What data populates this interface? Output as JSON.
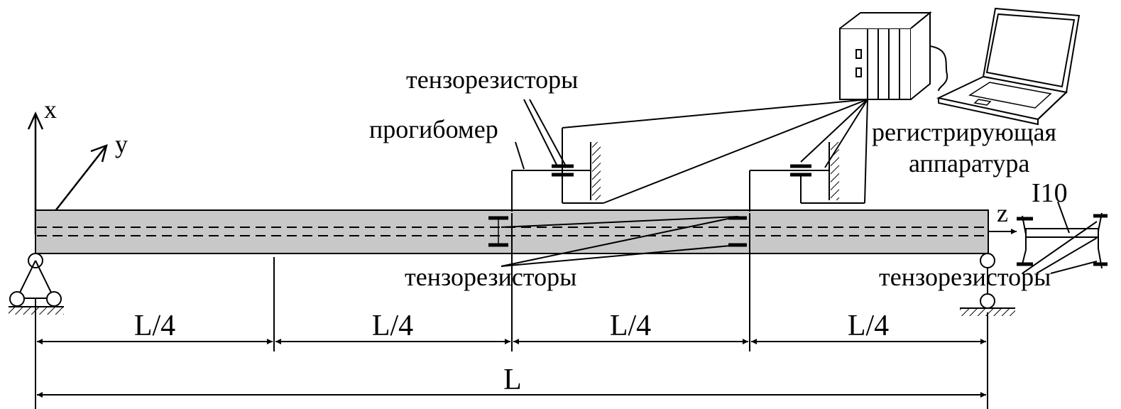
{
  "axes": {
    "x": "x",
    "y": "y",
    "z": "z"
  },
  "labels": {
    "strain_gauges_top": "тензорезисторы",
    "deflectometer": "прогибомер",
    "recording_line1": "регистрирующая",
    "recording_line2": "аппаратура",
    "strain_gauges_bottom": "тензорезисторы",
    "strain_gauges_right": "тензорезисторы",
    "beam_profile": "I10"
  },
  "dimensions": {
    "quarter": [
      "L/4",
      "L/4",
      "L/4",
      "L/4"
    ],
    "total": "L"
  },
  "colors": {
    "beam_fill": "#c8c8c8",
    "line": "#000000"
  },
  "icons": {
    "fixed_support": "pin-support-icon",
    "roller_support": "roller-support-icon",
    "daq": "recording-unit-icon",
    "laptop": "laptop-icon"
  }
}
